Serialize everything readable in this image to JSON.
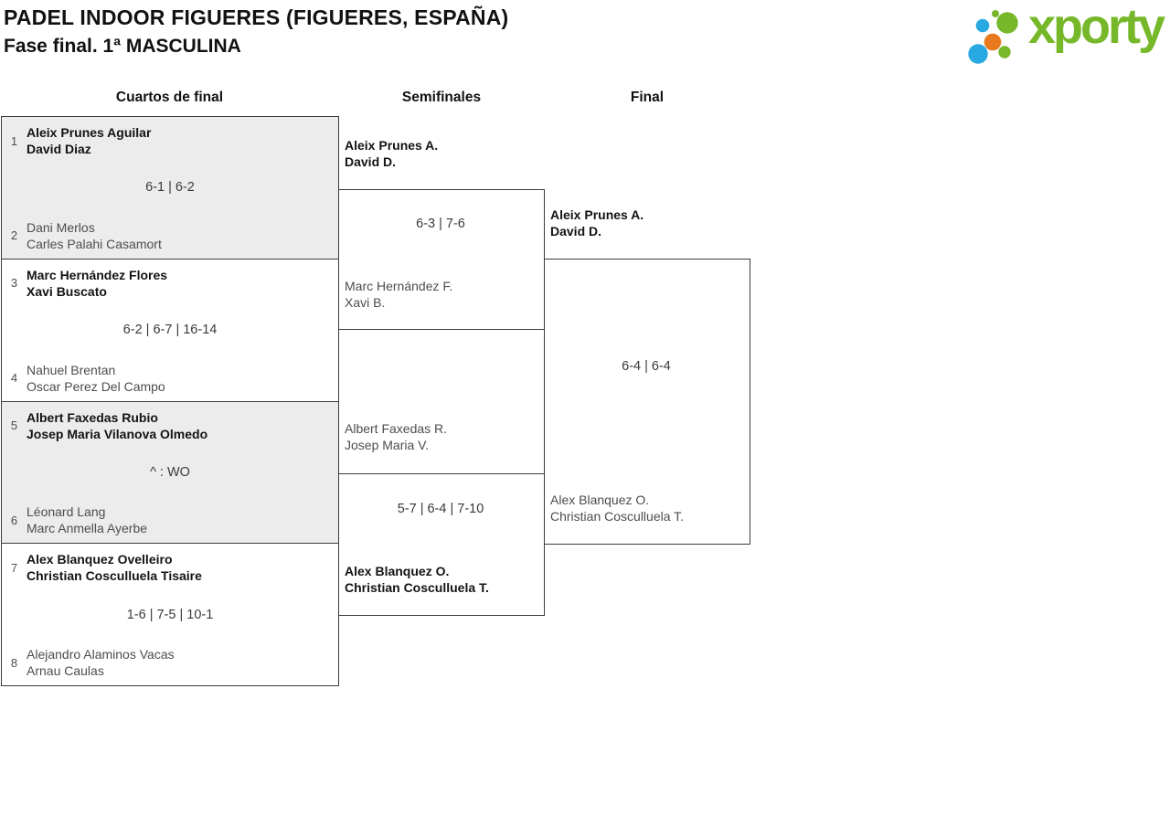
{
  "header": {
    "title": "PADEL INDOOR FIGUERES (FIGUERES, ESPAÑA)",
    "subtitle": "Fase final. 1ª MASCULINA"
  },
  "logo": {
    "text": "xporty",
    "green": "#76b82a",
    "blue": "#29a9e1",
    "orange": "#e8791e"
  },
  "columns": [
    {
      "label": "Cuartos de final"
    },
    {
      "label": "Semifinales"
    },
    {
      "label": "Final"
    }
  ],
  "quarterfinals": [
    {
      "seed_top": "1",
      "top": {
        "line1": "Aleix Prunes Aguilar",
        "line2": "David Diaz",
        "won": true
      },
      "score": "6-1 | 6-2",
      "seed_bottom": "2",
      "bottom": {
        "line1": "Dani Merlos",
        "line2": "Carles Palahi Casamort",
        "won": false
      }
    },
    {
      "seed_top": "3",
      "top": {
        "line1": "Marc Hernández Flores",
        "line2": "Xavi Buscato",
        "won": true
      },
      "score": "6-2 | 6-7 | 16-14",
      "seed_bottom": "4",
      "bottom": {
        "line1": "Nahuel Brentan",
        "line2": "Oscar Perez Del Campo",
        "won": false
      }
    },
    {
      "seed_top": "5",
      "top": {
        "line1": "Albert Faxedas Rubio",
        "line2": "Josep Maria Vilanova Olmedo",
        "won": true
      },
      "score": "^ : WO",
      "seed_bottom": "6",
      "bottom": {
        "line1": "Léonard Lang",
        "line2": "Marc Anmella Ayerbe",
        "won": false
      }
    },
    {
      "seed_top": "7",
      "top": {
        "line1": "Alex Blanquez Ovelleiro",
        "line2": "Christian Cosculluela Tisaire",
        "won": true
      },
      "score": "1-6 | 7-5 | 10-1",
      "seed_bottom": "8",
      "bottom": {
        "line1": "Alejandro Alaminos Vacas",
        "line2": "Arnau Caulas",
        "won": false
      }
    }
  ],
  "semifinals": [
    {
      "top": {
        "line1": "Aleix Prunes A.",
        "line2": "David D.",
        "won": true
      },
      "score": "6-3 | 7-6",
      "bottom": {
        "line1": "Marc Hernández F.",
        "line2": "Xavi B.",
        "won": false
      }
    },
    {
      "top": {
        "line1": "Albert Faxedas R.",
        "line2": "Josep Maria V.",
        "won": false
      },
      "score": "5-7 | 6-4 | 7-10",
      "bottom": {
        "line1": "Alex Blanquez O.",
        "line2": "Christian Cosculluela T.",
        "won": true
      }
    }
  ],
  "final": {
    "top": {
      "line1": "Aleix Prunes A.",
      "line2": "David D.",
      "won": true
    },
    "score": "6-4 | 6-4",
    "bottom": {
      "line1": "Alex Blanquez O.",
      "line2": "Christian Cosculluela T.",
      "won": false
    }
  }
}
